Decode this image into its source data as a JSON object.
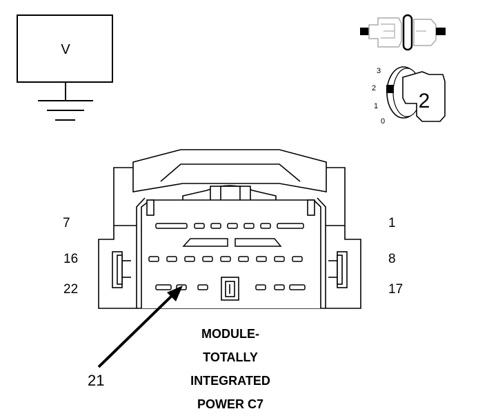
{
  "voltmeter": {
    "symbol": "V"
  },
  "ignition": {
    "positions": [
      "3",
      "2",
      "1",
      "0"
    ],
    "selected_position": "2"
  },
  "connector": {
    "pin_labels": {
      "row1_left": "7",
      "row1_right": "1",
      "row2_left": "16",
      "row2_right": "8",
      "row3_left": "22",
      "row3_right": "17"
    },
    "callout_pin": "21",
    "title_lines": [
      "MODULE-",
      "TOTALLY",
      "INTEGRATED",
      "POWER C7"
    ]
  }
}
